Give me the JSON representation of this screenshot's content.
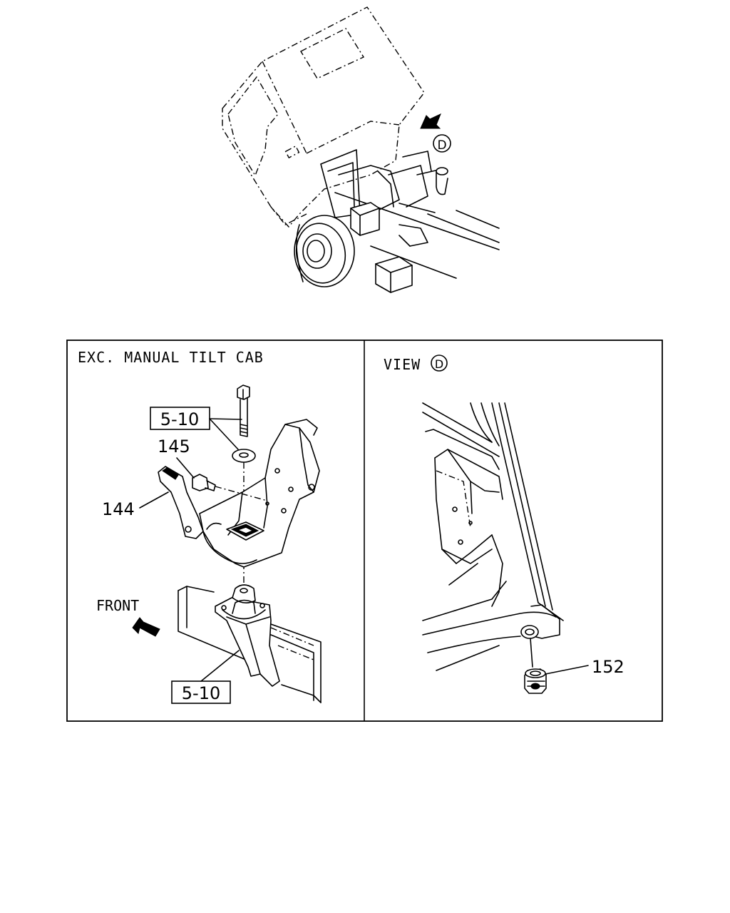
{
  "panels": {
    "left_title": "EXC. MANUAL TILT CAB",
    "right_title_prefix": "VIEW",
    "view_marker": "D"
  },
  "labels": {
    "ref_top": "5-10",
    "ref_bottom": "5-10",
    "part_145": "145",
    "part_144": "144",
    "part_152": "152",
    "front": "FRONT",
    "arrow_marker": "D"
  }
}
